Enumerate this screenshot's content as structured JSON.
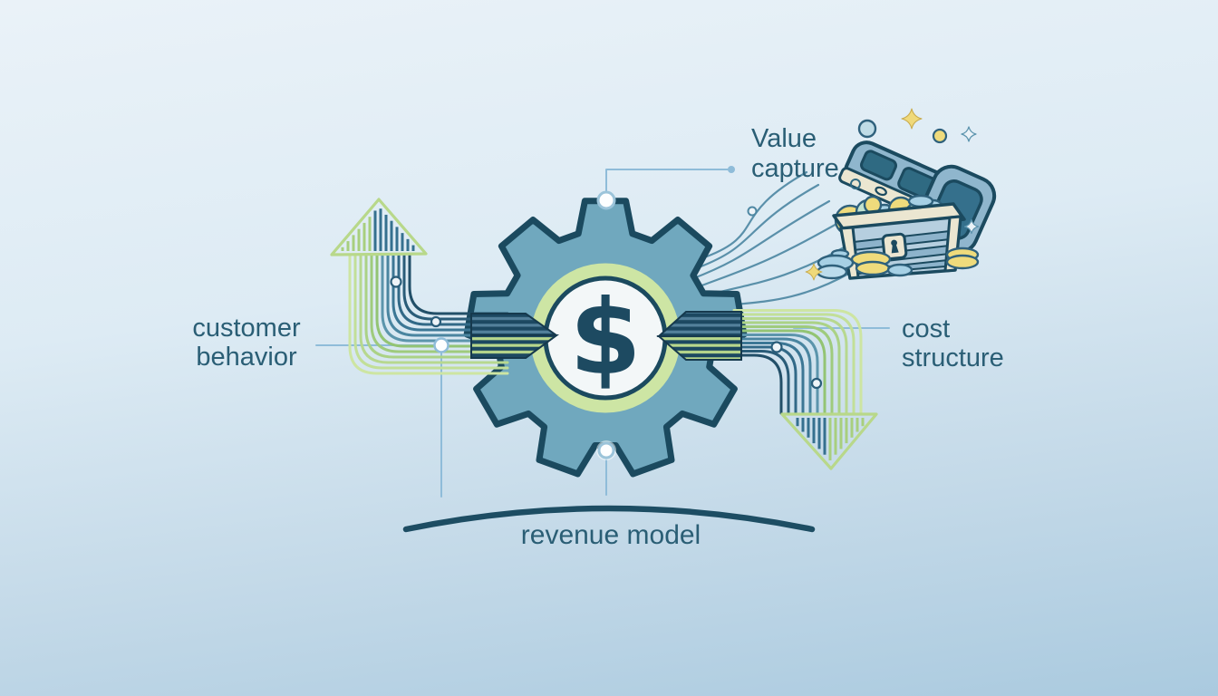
{
  "labels": {
    "customer_behavior": [
      "customer",
      "behavior"
    ],
    "value_capture": [
      "Value",
      "capture"
    ],
    "cost_structure": [
      "cost",
      "structure"
    ],
    "revenue_model": "revenue model",
    "currency_symbol": "$"
  },
  "icons": {
    "gear": "gear-icon",
    "dollar": "dollar-sign-icon",
    "up_arrow": "up-arrow-icon",
    "down_arrow": "down-arrow-icon",
    "treasure_chest": "treasure-chest-icon",
    "sparkle": "sparkle-icon",
    "coin": "coin-icon"
  },
  "palette": {
    "background_top": "#eaf2f8",
    "background_bottom": "#aacadf",
    "outline": "#1b4a5f",
    "gear_body": "#70a8be",
    "ring_green": "#cde5a4",
    "disc_white": "#f3f7f8",
    "text": "#2a5e75",
    "connector_blue": "#8fbcd9",
    "arc_dark": "#1d4d63",
    "stripe_blue": "#35708f",
    "stripe_green": "#a8cf7e",
    "fan_blue": "#4e88a3",
    "chest_blue": "#8fb6cd",
    "chest_panel": "#35708c",
    "chest_trim": "#ebe6d1",
    "chest_front": "#b6cfdf",
    "chest_slat": "#8db3cb",
    "coin_yellow": "#efdb7c",
    "coin_blue": "#a6d0e5",
    "coin_mint": "#c2e2cf",
    "coin_pale": "#dbeaf3",
    "bundle_blues": [
      "#224f68",
      "#2a5c78",
      "#326987",
      "#3c7795",
      "#4a85a0",
      "#5c95ac"
    ],
    "bundle_greens": [
      "#93c474",
      "#9fcb7d",
      "#abd286",
      "#b7d88f",
      "#c2df98",
      "#cde5a2"
    ]
  }
}
